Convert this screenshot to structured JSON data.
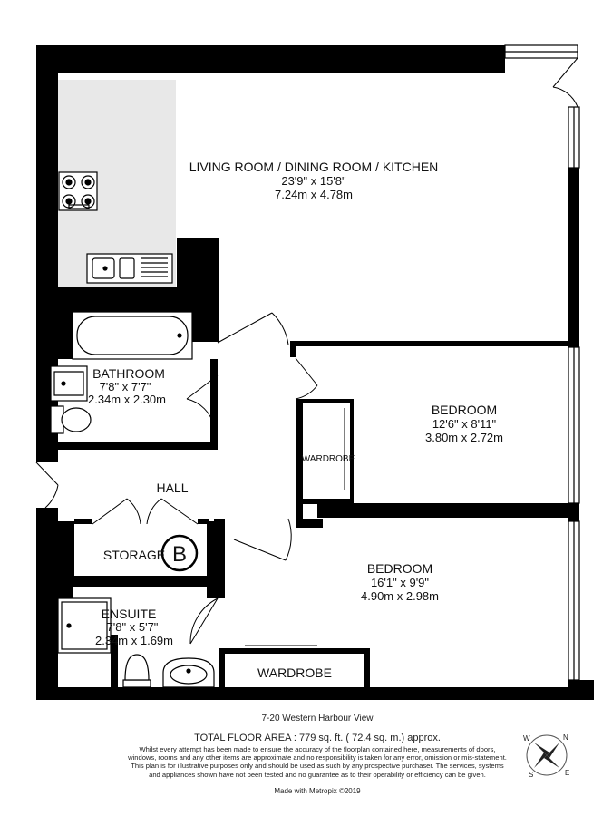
{
  "rooms": {
    "living": {
      "name": "LIVING ROOM / DINING ROOM / KITCHEN",
      "imperial": "23'9\"  x 15'8\"",
      "metric": "7.24m  x 4.78m"
    },
    "bathroom": {
      "name": "BATHROOM",
      "imperial": "7'8\"  x 7'7\"",
      "metric": "2.34m  x 2.30m"
    },
    "bedroom1": {
      "name": "BEDROOM",
      "imperial": "12'6\"  x 8'11\"",
      "metric": "3.80m  x 2.72m"
    },
    "wardrobe1": {
      "name": "WARDROBE"
    },
    "hall": {
      "name": "HALL"
    },
    "storage": {
      "name": "STORAGE",
      "marker": "B"
    },
    "bedroom2": {
      "name": "BEDROOM",
      "imperial": "16'1\"  x 9'9\"",
      "metric": "4.90m  x 2.98m"
    },
    "ensuite": {
      "name": "ENSUITE",
      "imperial": "7'8\"  x 5'7\"",
      "metric": "2.34m  x 1.69m"
    },
    "wardrobe2": {
      "name": "WARDROBE"
    }
  },
  "compass": {
    "n": "N",
    "e": "E",
    "s": "S",
    "w": "W"
  },
  "footer": {
    "address": "7-20 Western Harbour View",
    "total_area": "TOTAL FLOOR AREA : 779 sq. ft. ( 72.4 sq. m.) approx.",
    "disclaimer": "Whilst every attempt has been made to ensure the accuracy of the floorplan contained here, measurements of doors, windows, rooms and any other items are approximate and no responsibility is taken for any error, omission or mis-statement. This plan is for illustrative purposes only and should be used as such by any prospective purchaser. The services, systems and appliances shown have not been tested and no guarantee as to their operability or efficiency can be given.",
    "made_with": "Made with Metropix ©2019"
  },
  "colors": {
    "wall": "#000000",
    "kitchen_counter": "#e8e8e8",
    "background": "#ffffff"
  }
}
